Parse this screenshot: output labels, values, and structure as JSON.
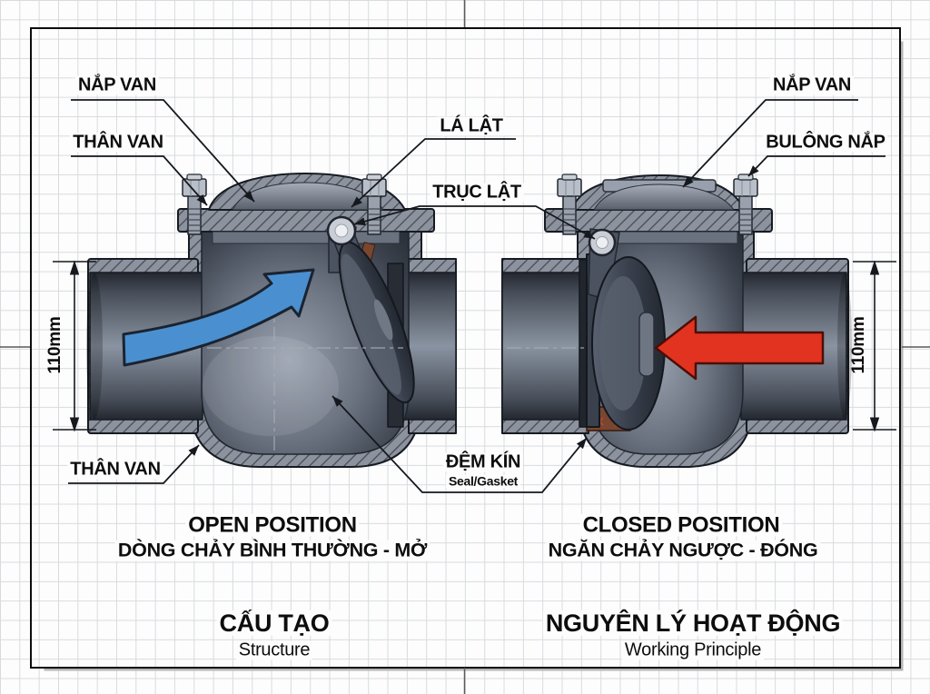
{
  "labels": {
    "nap_van_left": "NẮP VAN",
    "than_van_left": "THÂN VAN",
    "la_lat": "LÁ LẬT",
    "truc_lat": "TRỤC LẬT",
    "nap_van_right": "NẮP VAN",
    "bulong_nap": "BULÔNG NẮP",
    "than_van_bottom": "THÂN VAN",
    "dem_kin": "ĐỆM KÍN",
    "seal_gasket": "Seal/Gasket",
    "dim_left": "110mm",
    "dim_right": "110mm"
  },
  "captions": {
    "open_title": "OPEN POSITION",
    "open_subtitle": "DÒNG CHẢY BÌNH THƯỜNG - MỞ",
    "closed_title": "CLOSED POSITION",
    "closed_subtitle": "NGĂN CHẢY NGƯỢC - ĐÓNG",
    "left_section_title": "CẤU TẠO",
    "left_section_subtitle": "Structure",
    "right_section_title": "NGUYÊN LÝ HOẠT ĐỘNG",
    "right_section_subtitle": "Working Principle"
  },
  "colors": {
    "flow_open_arrow": "#4a90d0",
    "flow_blocked_arrow": "#e23220",
    "gasket": "#7a4630",
    "line": "#15181d"
  }
}
